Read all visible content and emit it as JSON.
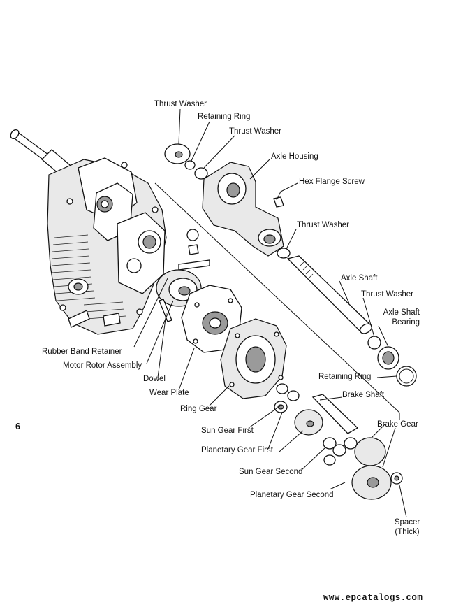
{
  "labels": {
    "thrust_washer_1": "Thrust Washer",
    "retaining_ring_1": "Retaining Ring",
    "thrust_washer_2": "Thrust Washer",
    "axle_housing": "Axle Housing",
    "hex_flange_screw": "Hex Flange Screw",
    "thrust_washer_3": "Thrust Washer",
    "axle_shaft": "Axle Shaft",
    "thrust_washer_4": "Thrust Washer",
    "axle_shaft_bearing_1": "Axle Shaft",
    "axle_shaft_bearing_2": "Bearing",
    "rubber_band_retainer": "Rubber Band Retainer",
    "motor_rotor_assembly": "Motor Rotor Assembly",
    "dowel": "Dowel",
    "wear_plate": "Wear Plate",
    "retaining_ring_2": "Retaining Ring",
    "brake_shaft": "Brake Shaft",
    "ring_gear": "Ring Gear",
    "brake_gear": "Brake Gear",
    "sun_gear_first": "Sun Gear First",
    "planetary_gear_first": "Planetary Gear First",
    "sun_gear_second": "Sun Gear Second",
    "planetary_gear_second": "Planetary Gear Second",
    "spacer_1": "Spacer",
    "spacer_2": "(Thick)"
  },
  "page_number": "6",
  "watermark": "www.epcatalogs.com",
  "colors": {
    "ink": "#111111",
    "paper": "#ffffff"
  }
}
